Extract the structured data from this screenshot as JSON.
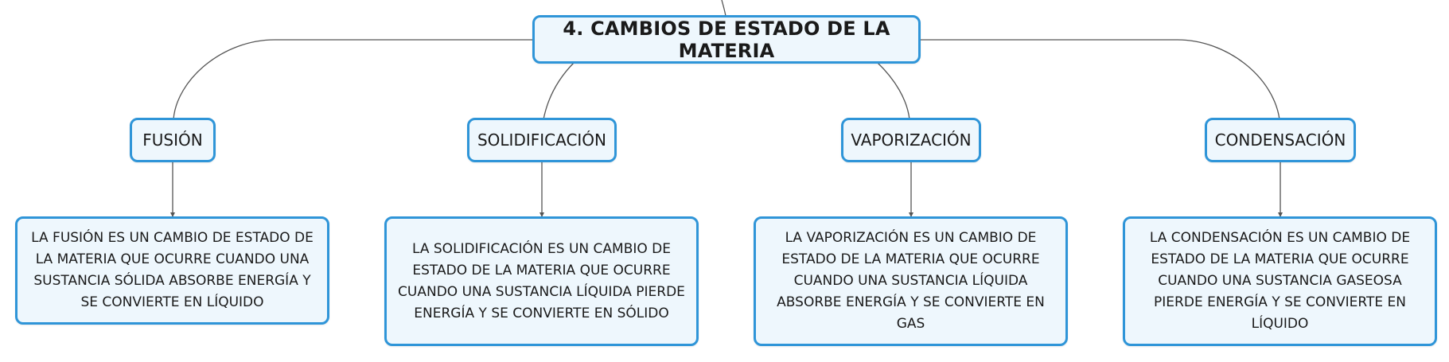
{
  "root": {
    "title": "4. CAMBIOS DE ESTADO DE LA MATERIA"
  },
  "branches": [
    {
      "label": "FUSIÓN",
      "description": "LA FUSIÓN ES UN CAMBIO DE ESTADO DE LA MATERIA QUE OCURRE CUANDO UNA SUSTANCIA SÓLIDA ABSORBE ENERGÍA Y SE CONVIERTE EN LÍQUIDO"
    },
    {
      "label": "SOLIDIFICACIÓN",
      "description": "LA SOLIDIFICACIÓN ES UN CAMBIO DE ESTADO DE LA MATERIA QUE OCURRE CUANDO UNA SUSTANCIA LÍQUIDA PIERDE ENERGÍA Y SE CONVIERTE EN SÓLIDO"
    },
    {
      "label": "VAPORIZACIÓN",
      "description": "LA VAPORIZACIÓN ES UN CAMBIO DE ESTADO DE LA MATERIA QUE OCURRE CUANDO UNA SUSTANCIA LÍQUIDA ABSORBE ENERGÍA Y SE CONVIERTE EN GAS"
    },
    {
      "label": "CONDENSACIÓN",
      "description": "LA CONDENSACIÓN ES UN CAMBIO DE ESTADO DE LA MATERIA QUE OCURRE CUANDO UNA SUSTANCIA GASEOSA PIERDE ENERGÍA Y SE CONVIERTE EN LÍQUIDO"
    }
  ],
  "colors": {
    "border": "#2f95d8",
    "fill": "#eef7fd",
    "connector": "#555555"
  }
}
